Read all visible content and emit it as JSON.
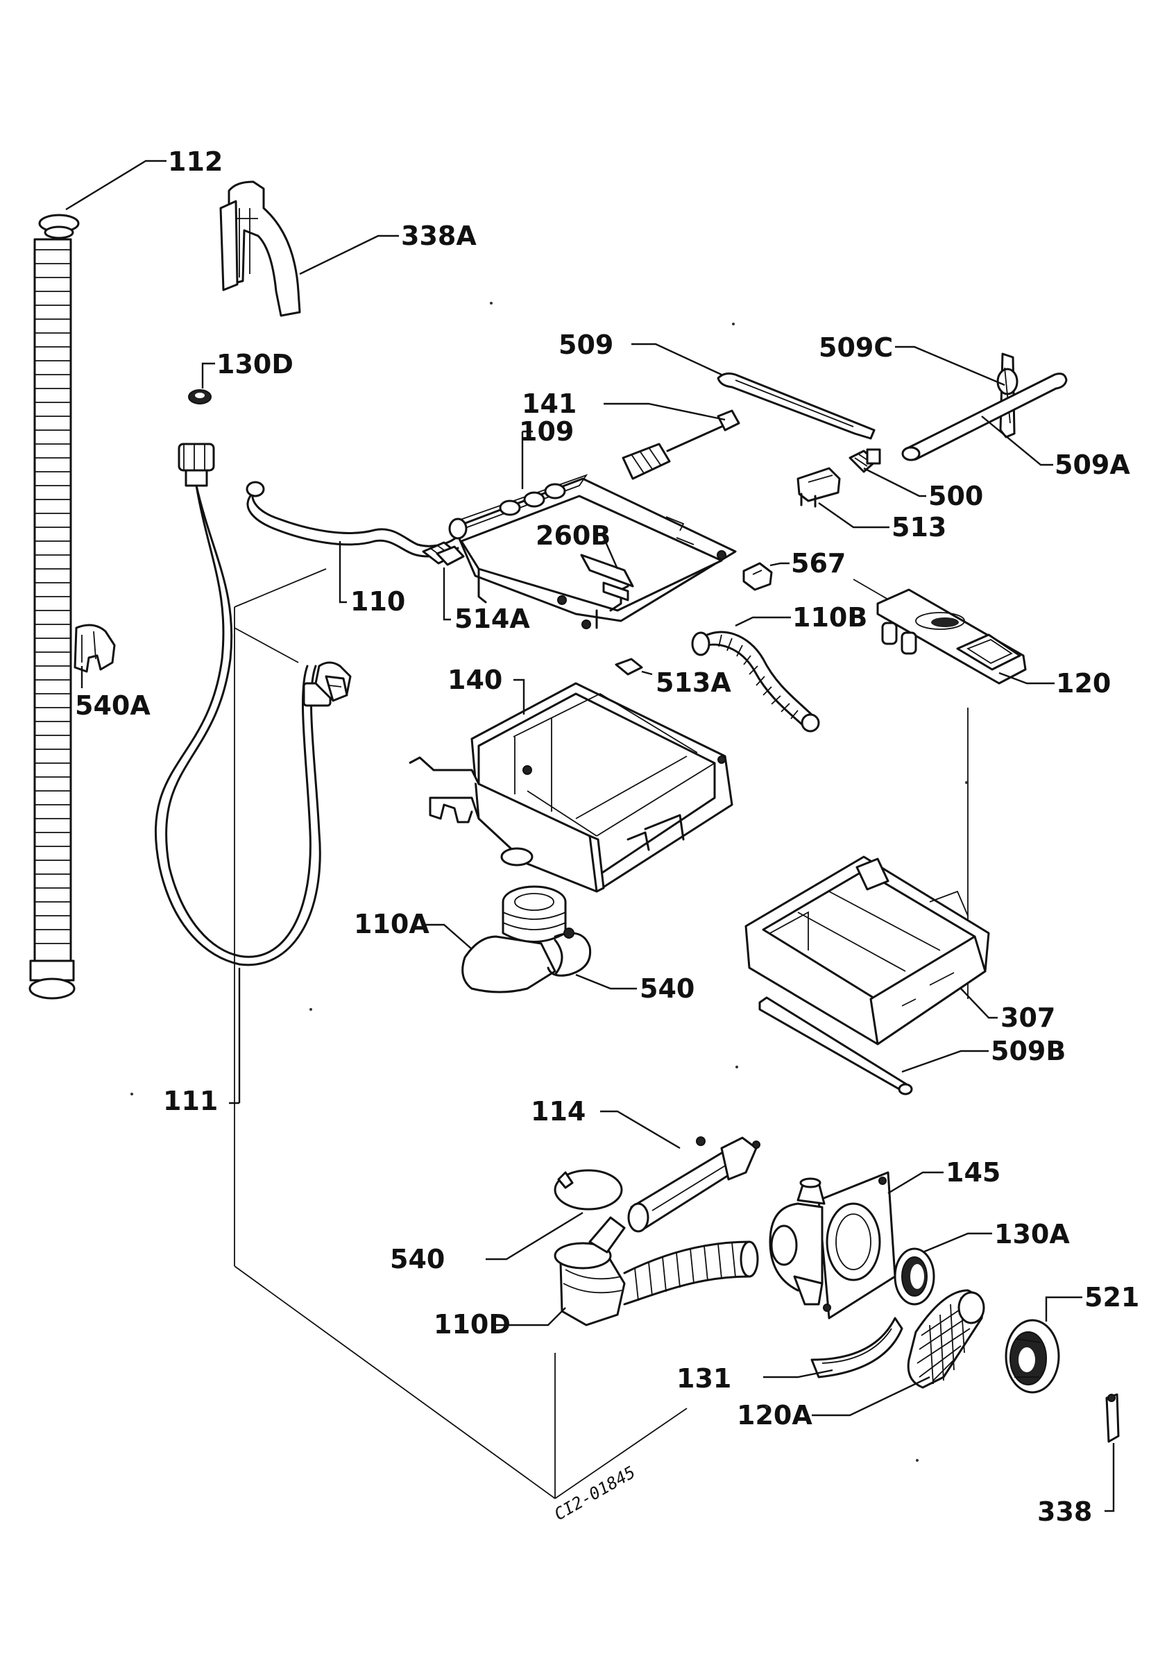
{
  "drawing_code": "CI2-01845",
  "labels": {
    "l112": "112",
    "l338a": "338A",
    "l509": "509",
    "l509c": "509C",
    "l130d": "130D",
    "l141": "141",
    "l109": "109",
    "l509a": "509A",
    "l500": "500",
    "l513": "513",
    "l260b": "260B",
    "l567": "567",
    "l110": "110",
    "l514a": "514A",
    "l110b": "110B",
    "l540a": "540A",
    "l140": "140",
    "l513a": "513A",
    "l120": "120",
    "l110a": "110A",
    "l540_1": "540",
    "l307": "307",
    "l509b": "509B",
    "l111": "111",
    "l114": "114",
    "l145": "145",
    "l540_2": "540",
    "l130a": "130A",
    "l521": "521",
    "l110d": "110D",
    "l131": "131",
    "l120a": "120A",
    "l338": "338"
  }
}
